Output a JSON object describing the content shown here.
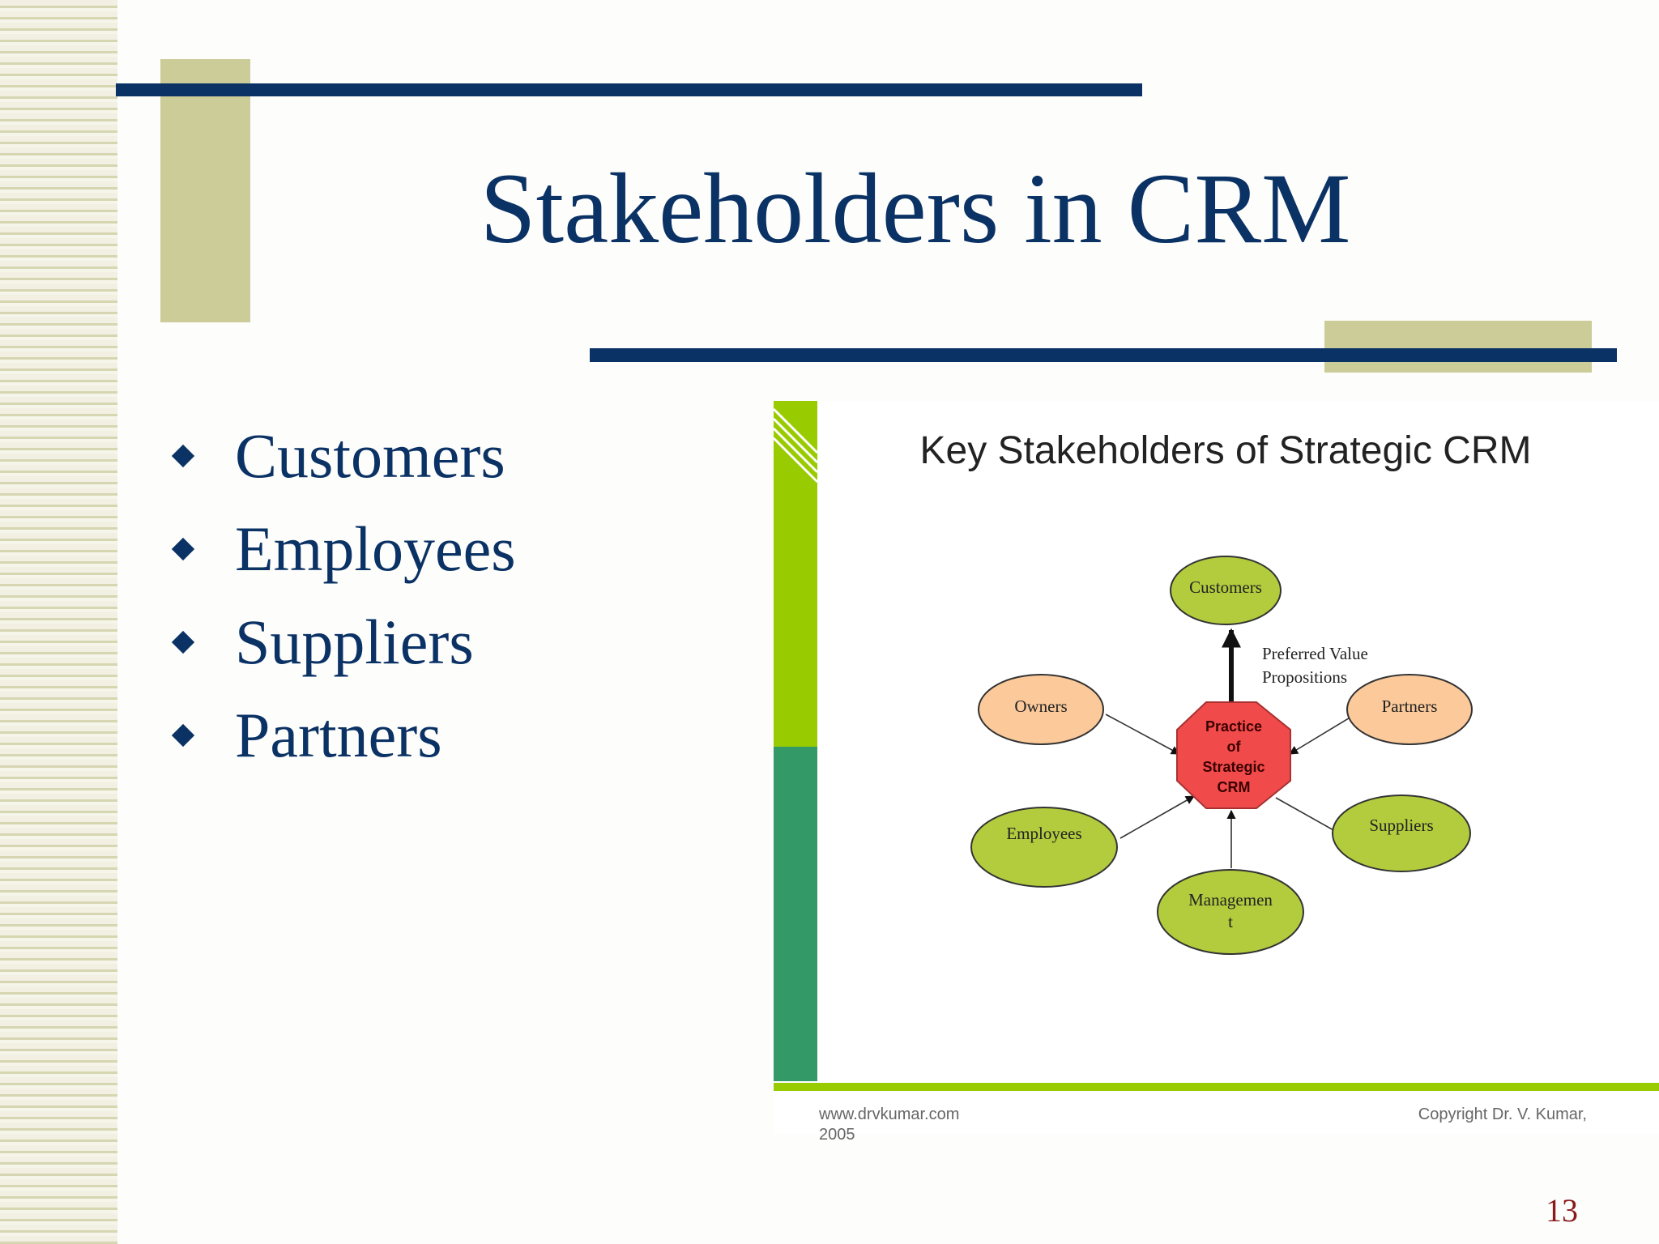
{
  "slide": {
    "title": "Stakeholders in CRM",
    "bullets": [
      "Customers",
      "Employees",
      "Suppliers",
      "Partners"
    ],
    "page_number": "13"
  },
  "figure": {
    "title": "Key Stakeholders of Strategic CRM",
    "center_lines": [
      "Practice",
      "of",
      "Strategic",
      "CRM"
    ],
    "nodes": {
      "customers": [
        "Customers"
      ],
      "owners": [
        "Owners"
      ],
      "partners": [
        "Partners"
      ],
      "employees": [
        "Employees"
      ],
      "suppliers": [
        "Suppliers"
      ],
      "management": [
        "Managemen",
        "t"
      ]
    },
    "arrow_label_lines": [
      "Preferred Value",
      "Propositions"
    ],
    "footer_left": "www.drvkumar.com",
    "footer_left_cut": "2005",
    "footer_right": "Copyright Dr. V. Kumar,"
  },
  "colors": {
    "navy": "#0b3265",
    "tan": "#cccc99",
    "green_node": "#b2cc3e",
    "peach_node": "#fbc99a",
    "center_red": "#f04a4a",
    "lime_bar": "#99cc00",
    "teal_bar": "#339966",
    "page_number": "#8b1a1a"
  }
}
